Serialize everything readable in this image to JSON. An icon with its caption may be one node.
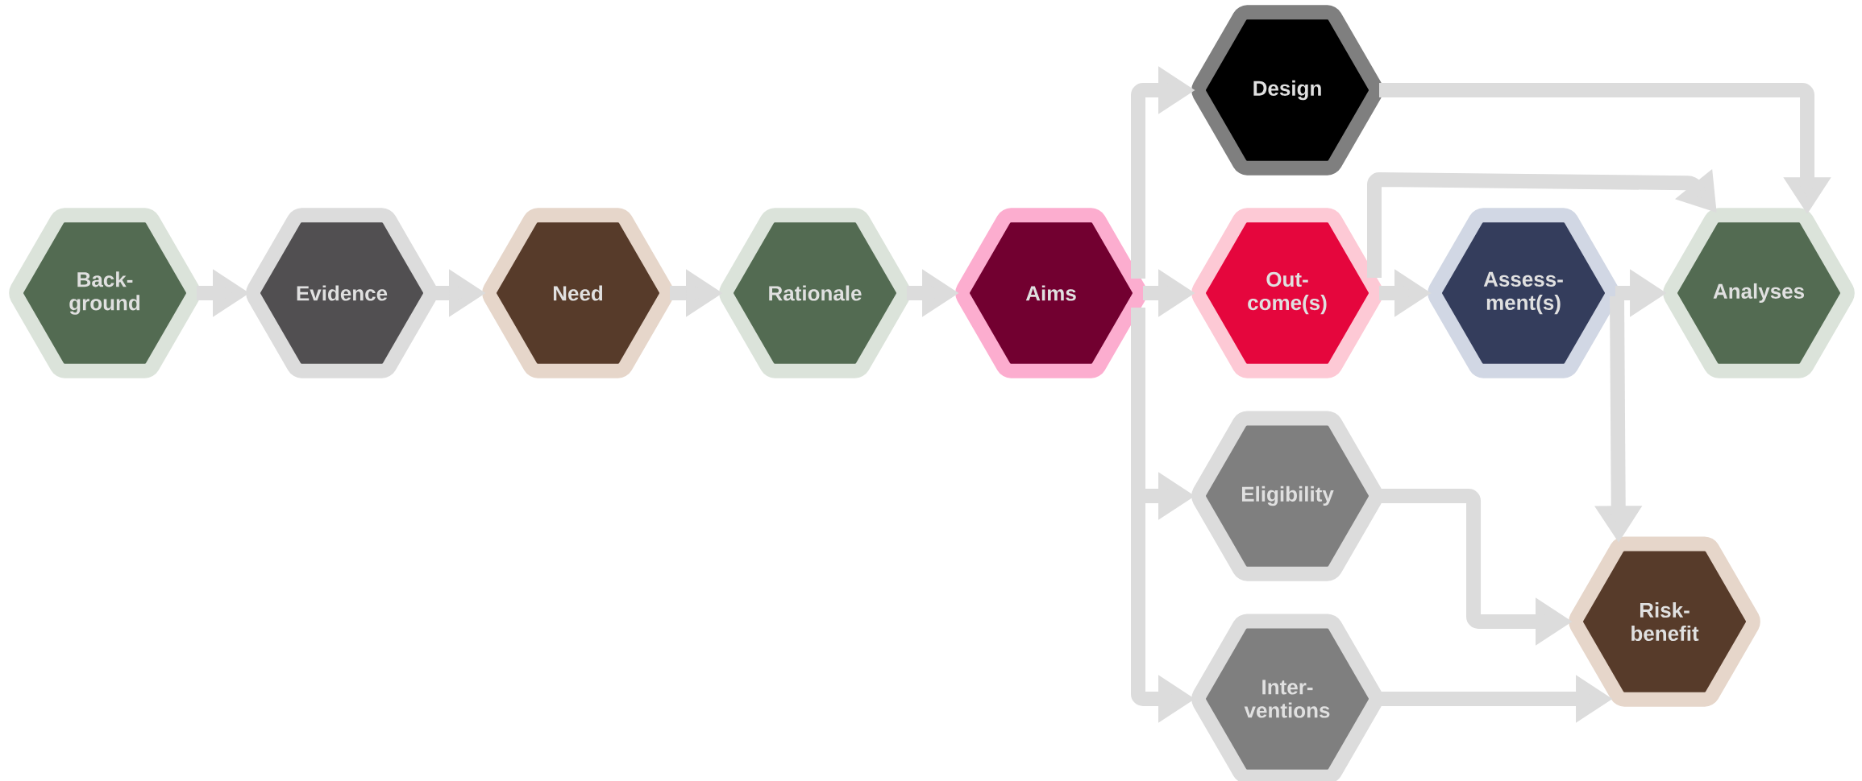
{
  "diagram": {
    "nodes": [
      {
        "text": [
          "Back- ground"
        ]
      },
      {
        "text": [
          "Evidence"
        ]
      },
      {
        "text": [
          "Need"
        ]
      },
      {
        "text": [
          "Rationale"
        ]
      },
      {
        "text": [
          "Aims"
        ]
      },
      {
        "text": [
          "Design"
        ]
      },
      {
        "text": [
          "Out- come(s)"
        ]
      },
      {
        "text": [
          "Assess- ment(s)"
        ]
      },
      {
        "text": [
          "Analyses"
        ]
      },
      {
        "text": [
          "Eligibility"
        ]
      },
      {
        "text": [
          "Risk- benefit"
        ]
      },
      {
        "text": [
          "Inter- ventions"
        ]
      }
    ],
    "edges": [
      {
        "from": 0,
        "to": 1,
        "arrow": "to"
      },
      {
        "from": 1,
        "to": 2,
        "arrow": "to"
      },
      {
        "from": 2,
        "to": 3,
        "arrow": "to"
      },
      {
        "from": 3,
        "to": 4,
        "arrow": "to"
      },
      {
        "from": 4,
        "to": 6,
        "arrow": "to"
      },
      {
        "from": 4,
        "to": 5,
        "arrow": "to"
      },
      {
        "from": 4,
        "to": 9,
        "arrow": "to"
      },
      {
        "from": 4,
        "to": 11,
        "arrow": "to"
      },
      {
        "from": 5,
        "to": 8,
        "arrow": "to"
      },
      {
        "from": 6,
        "to": 8,
        "arrow": "to"
      },
      {
        "from": 6,
        "to": 7,
        "arrow": "to"
      },
      {
        "from": 7,
        "to": 8,
        "arrow": "to"
      },
      {
        "from": 7,
        "to": 10,
        "arrow": "to"
      },
      {
        "from": 9,
        "to": 10,
        "arrow": "to"
      },
      {
        "from": 11,
        "to": 10,
        "arrow": "to"
      }
    ]
  }
}
